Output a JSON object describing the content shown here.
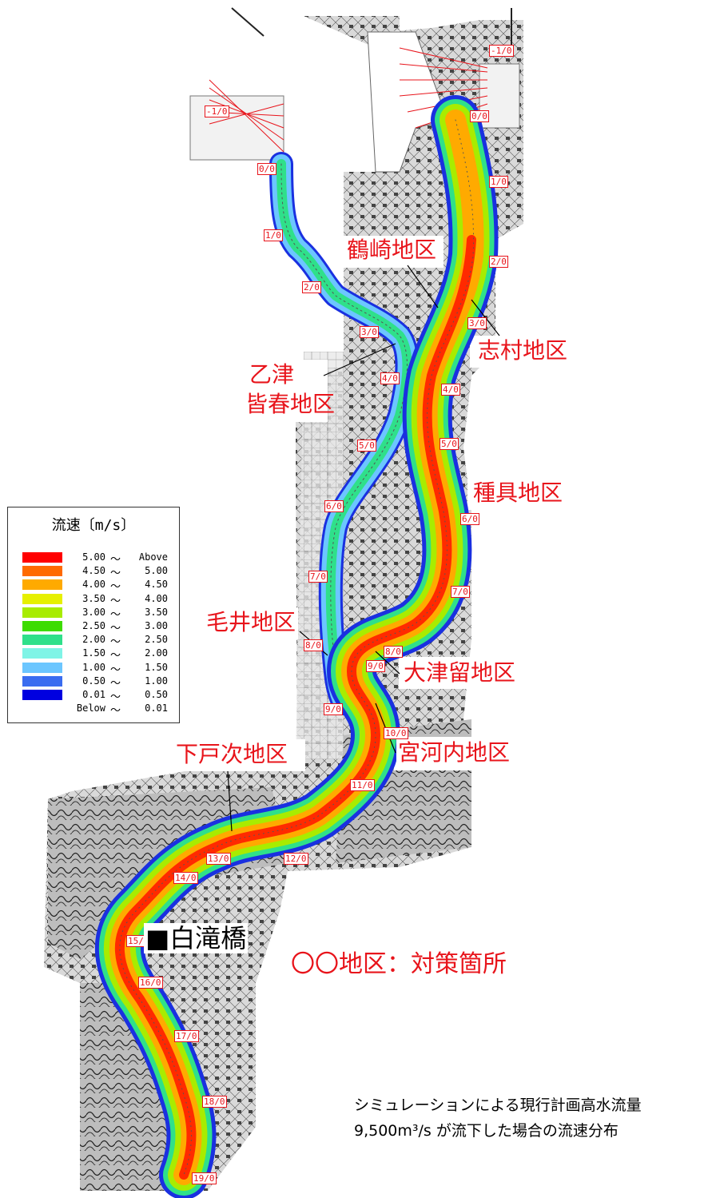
{
  "legend": {
    "title": "流速〔m/s〕",
    "rows": [
      {
        "color": "#ff0000",
        "lo": "5.00",
        "tilde": "〜",
        "hi": "Above"
      },
      {
        "color": "#ff6a00",
        "lo": "4.50",
        "tilde": "〜",
        "hi": "5.00"
      },
      {
        "color": "#ffaa00",
        "lo": "4.00",
        "tilde": "〜",
        "hi": "4.50"
      },
      {
        "color": "#e6f000",
        "lo": "3.50",
        "tilde": "〜",
        "hi": "4.00"
      },
      {
        "color": "#a8ec00",
        "lo": "3.00",
        "tilde": "〜",
        "hi": "3.50"
      },
      {
        "color": "#3ddc00",
        "lo": "2.50",
        "tilde": "〜",
        "hi": "3.00"
      },
      {
        "color": "#2fe08a",
        "lo": "2.00",
        "tilde": "〜",
        "hi": "2.50"
      },
      {
        "color": "#7ff4e6",
        "lo": "1.50",
        "tilde": "〜",
        "hi": "2.00"
      },
      {
        "color": "#6cc6ff",
        "lo": "1.00",
        "tilde": "〜",
        "hi": "1.50"
      },
      {
        "color": "#3a6cf0",
        "lo": "0.50",
        "tilde": "〜",
        "hi": "1.00"
      },
      {
        "color": "#0000e0",
        "lo": "0.01",
        "tilde": "〜",
        "hi": "0.50"
      },
      {
        "color": "#ffffff",
        "lo": "Below",
        "tilde": "〜",
        "hi": "0.01"
      }
    ]
  },
  "districts": {
    "tsurusaki": "鶴崎地区",
    "shimura": "志村地区",
    "otozu_minaharu_1": "乙津",
    "otozu_minaharu_2": "皆春地区",
    "tanegu": "種具地区",
    "kei": "毛井地区",
    "otsudome": "大津留地区",
    "miyagouchi": "宮河内地区",
    "shimotoji": "下戸次地区"
  },
  "bridge_label": "■白滝橋",
  "note": "〇〇地区：対策箇所",
  "caption_line1": "シミュレーションによる現行計画高水流量",
  "caption_line2": "9,500m³/s が流下した場合の流速分布",
  "stations_main": [
    "-1/0",
    "0/0",
    "1/0",
    "2/0",
    "3/0",
    "4/0",
    "5/0",
    "6/0",
    "7/0",
    "8/0",
    "9/0",
    "10/0",
    "11/0",
    "12/0",
    "13/0",
    "14/0",
    "15/0",
    "16/0",
    "17/0",
    "18/0",
    "19/0"
  ],
  "stations_branch": [
    "-1/0",
    "0/0",
    "1/0",
    "2/0",
    "3/0",
    "4/0",
    "5/0",
    "6/0",
    "7/0",
    "8/0",
    "9/0"
  ]
}
